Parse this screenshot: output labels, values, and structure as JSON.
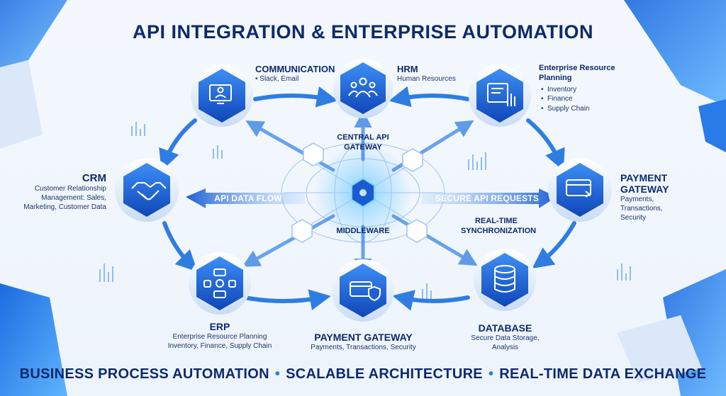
{
  "title": "API INTEGRATION & ENTERPRISE AUTOMATION",
  "nodes": {
    "communication": {
      "heading": "COMMUNICATION",
      "sub": "• Slack, Email"
    },
    "hrm": {
      "heading": "HRM",
      "sub": "Human Resources"
    },
    "erp_top": {
      "heading": "Enterprise Resource Planning",
      "items": [
        "Inventory",
        "Finance",
        "Supply Chain"
      ]
    },
    "crm": {
      "heading": "CRM",
      "sub": "Customer Relationship Management: Sales, Marketing, Customer Data"
    },
    "payment_right": {
      "heading": "PAYMENT GATEWAY",
      "sub": "Payments, Transactions, Security"
    },
    "erp_bottom": {
      "heading": "ERP",
      "sub1": "Enterprise Resource Planning",
      "sub2": "Inventory, Finance, Supply Chain"
    },
    "payment_bottom": {
      "heading": "PAYMENT GATEWAY",
      "sub": "Payments, Transactions, Security"
    },
    "database": {
      "heading": "DATABASE",
      "sub": "Secure Data Storage, Analysis"
    }
  },
  "hub": {
    "gateway": "CENTRAL API GATEWAY",
    "middleware": "MIDDLEWARE",
    "left_flow": "API DATA FLOW",
    "right_flow": "SECURE API REQUESTS",
    "sync": "REAL-TIME SYNCHRONIZATION"
  },
  "footer": {
    "items": [
      "BUSINESS PROCESS AUTOMATION",
      "SCALABLE ARCHITECTURE",
      "REAL-TIME DATA EXCHANGE"
    ],
    "separator": "•"
  },
  "colors": {
    "primary": "#1f5fd6",
    "dark": "#0d2a6b",
    "accent": "#2f8cf0",
    "light": "#cfe3fb"
  },
  "icons": [
    "person-screen-icon",
    "team-icon",
    "report-chart-icon",
    "handshake-icon",
    "credit-card-icon",
    "process-network-icon",
    "credit-card-shield-icon",
    "database-icon"
  ]
}
